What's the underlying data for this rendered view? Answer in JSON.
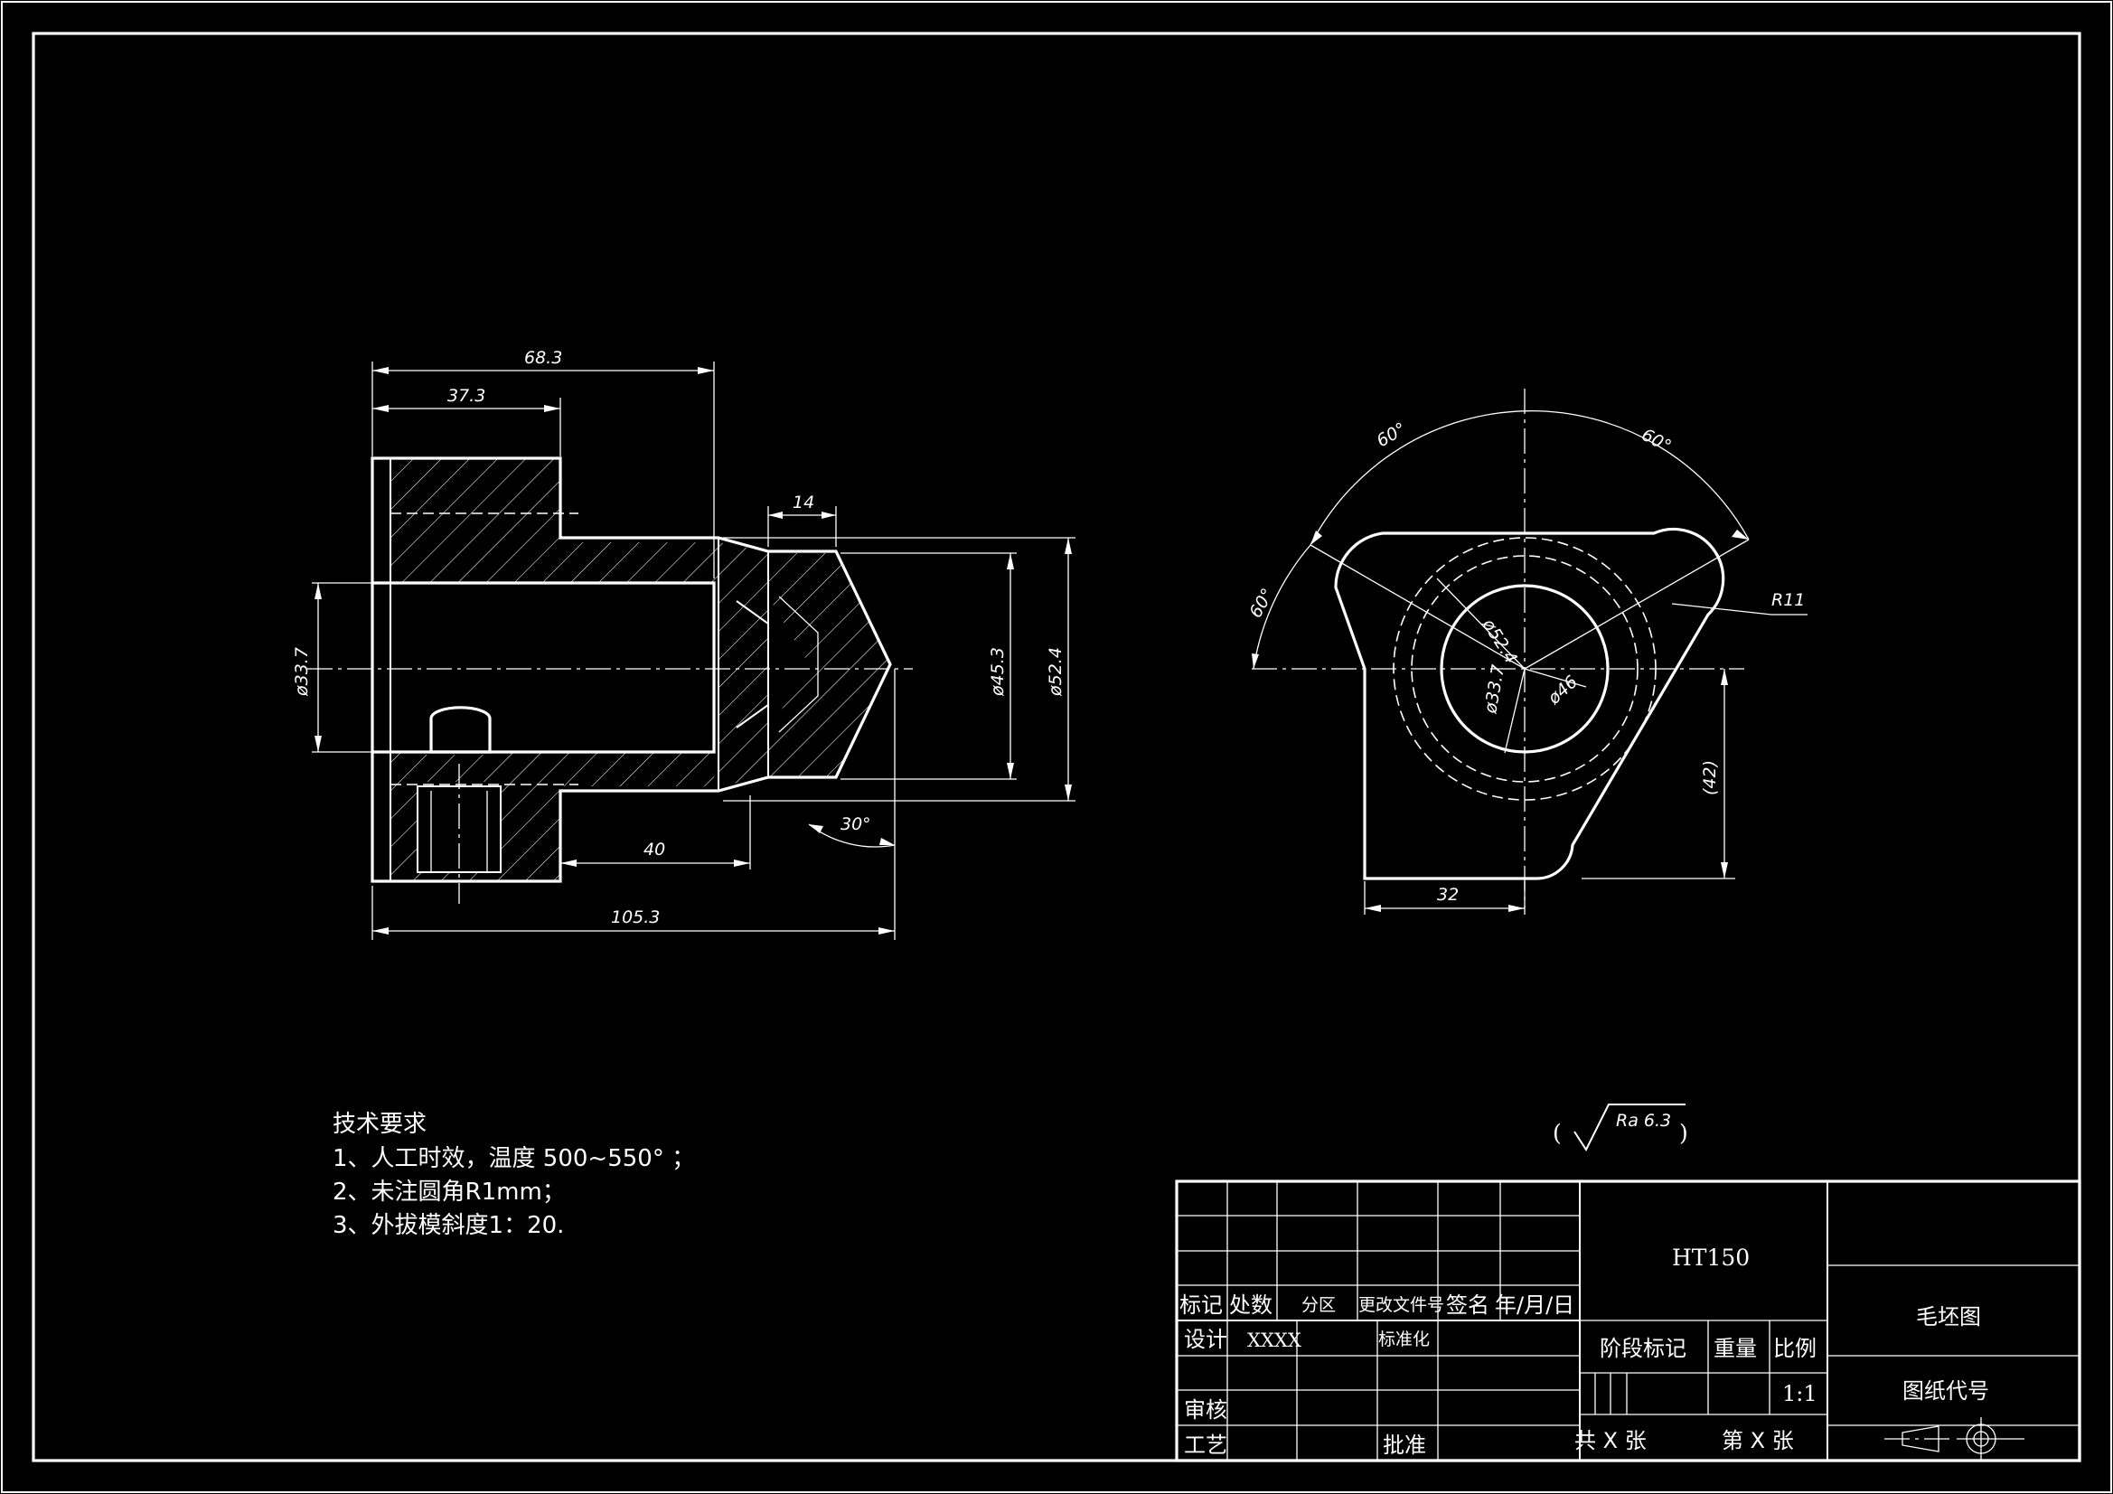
{
  "drawing": {
    "front_view": {
      "dims": {
        "overall_top": "68.3",
        "flange_width": "37.3",
        "chamfer_len": "14",
        "bore_dia": "ø33.7",
        "dia_45": "ø45.3",
        "dia_52": "ø52.4",
        "angle_30": "30°",
        "len_40": "40",
        "overall_length": "105.3"
      }
    },
    "side_view": {
      "dims": {
        "angle_left": "60°",
        "angle_right": "60°",
        "angle_side": "60°",
        "radius": "R11",
        "dia_52": "ø52.4",
        "dia_33": "ø33.7",
        "dia_46": "ø46",
        "height_ref": "(42)",
        "width": "32"
      }
    },
    "roughness": {
      "value": "Ra 6.3",
      "open_paren": "(",
      "close_paren": ")"
    },
    "notes": {
      "heading": "技术要求",
      "items": [
        "1、人工时效，温度 500~550°  ；",
        "2、未注圆角R1mm；",
        "3、外拔模斜度1：20."
      ]
    },
    "title_block": {
      "material": "HT150",
      "drawing_name": "毛坯图",
      "drawing_code_label": "图纸代号",
      "headers": {
        "mark": "标记",
        "count": "处数",
        "zone": "分区",
        "change_doc": "更改文件号",
        "signature": "签名",
        "date": "年/月/日"
      },
      "rows": {
        "design": "设计",
        "designer": "XXXX",
        "standardize": "标准化",
        "review": "审核",
        "process": "工艺",
        "approve": "批准"
      },
      "stage_mark": "阶段标记",
      "weight": "重量",
      "scale_label": "比例",
      "scale_value": "1:1",
      "sheets_total": "共 X 张",
      "sheet_no": "第 X 张"
    }
  }
}
